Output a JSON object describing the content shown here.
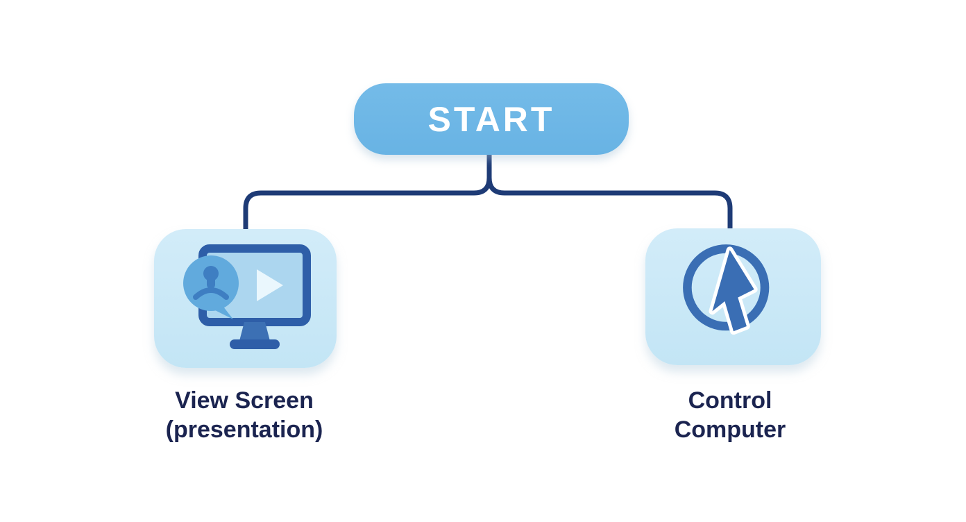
{
  "diagram": {
    "title_hint": "start flow choice diagram",
    "start": {
      "label": "START"
    },
    "branches": [
      {
        "id": "view-screen",
        "label_line1": "View Screen",
        "label_line2": "(presentation)",
        "icon": "presentation-monitor-icon"
      },
      {
        "id": "control-computer",
        "label_line1": "Control",
        "label_line2": "Computer",
        "icon": "cursor-click-icon"
      }
    ]
  },
  "colors": {
    "background": "#FFFFFF",
    "start_fill": "#6DB7E6",
    "start_text": "#FFFFFF",
    "connector_line": "#1E3B76",
    "card_fill": "#C9E8F7",
    "label_text": "#1B2450",
    "icon_frame_blue": "#2E5EA8",
    "icon_mid_blue": "#3C70B4",
    "icon_screen_blue": "#ACD6EF",
    "icon_bubble_blue": "#61AADD",
    "icon_person_blue": "#3E7EC2",
    "icon_play_white": "#EAF7FD"
  }
}
